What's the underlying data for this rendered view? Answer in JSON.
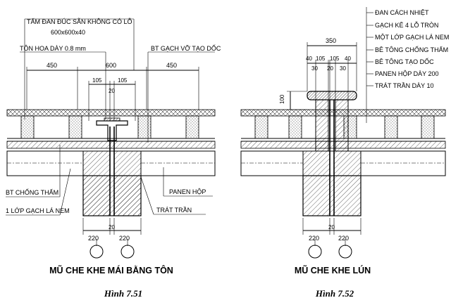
{
  "left": {
    "labels": {
      "tile": "TẤM ĐAN ĐÚC SẴN KHÔNG CÓ LỖ",
      "tile_size": "600x600x40",
      "sheet": "TÔN HOA DÀY 0.8 mm",
      "slope": "BT GẠCH VỠ TẠO DỐC",
      "waterproof": "BT CHỐNG THẤM",
      "brick": "1 LỚP GẠCH LÁ NEM",
      "panel": "PANEN HỘP",
      "plaster": "TRÁT TRẦN"
    },
    "dims": {
      "left_span": "450",
      "mid_span": "600",
      "right_span": "450",
      "gap_left": "105",
      "gap_right": "105",
      "gap_mid": "20",
      "col_left": "220",
      "col_right": "220",
      "col_gap": "20"
    },
    "title": "MŨ CHE KHE MÁI BẰNG TÔN",
    "caption": "Hình 7.51"
  },
  "right": {
    "labels": {
      "l1": "ĐAN CÁCH NHIỆT",
      "l2": "GẠCH KÊ 4 LỖ TRÒN",
      "l3": "MỘT LỚP GẠCH LÁ NEM",
      "l4": "BÊ TÔNG CHỐNG THẤM",
      "l5": "BÊ TÔNG TẠO DỐC",
      "l6": "PANEN HỘP DÀY 200",
      "l7": "TRÁT TRẦN DÀY 10"
    },
    "dims": {
      "top": "350",
      "a": "40",
      "b": "105",
      "c": "105",
      "d": "40",
      "e": "30",
      "f": "20",
      "g": "30",
      "cap_h": "100",
      "col_left": "220",
      "col_right": "220",
      "col_gap": "20"
    },
    "title": "MŨ CHE KHE LÚN",
    "caption": "Hình 7.52"
  }
}
